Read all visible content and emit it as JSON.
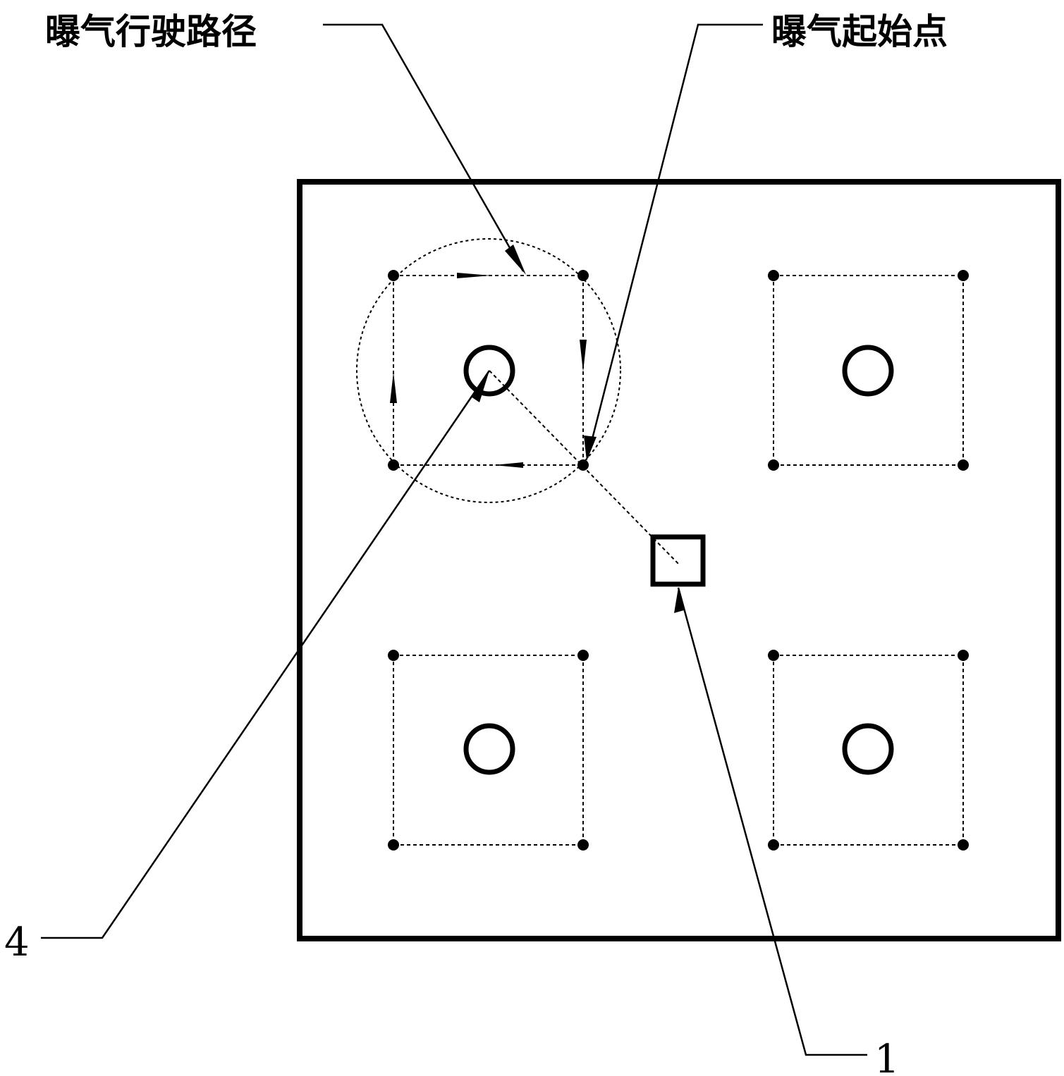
{
  "labels": {
    "aeration_path": "曝气行驶路径",
    "aeration_start": "曝气起始点",
    "ref_4": "4",
    "ref_1": "1"
  },
  "colors": {
    "ink": "#000000",
    "background": "#ffffff"
  }
}
